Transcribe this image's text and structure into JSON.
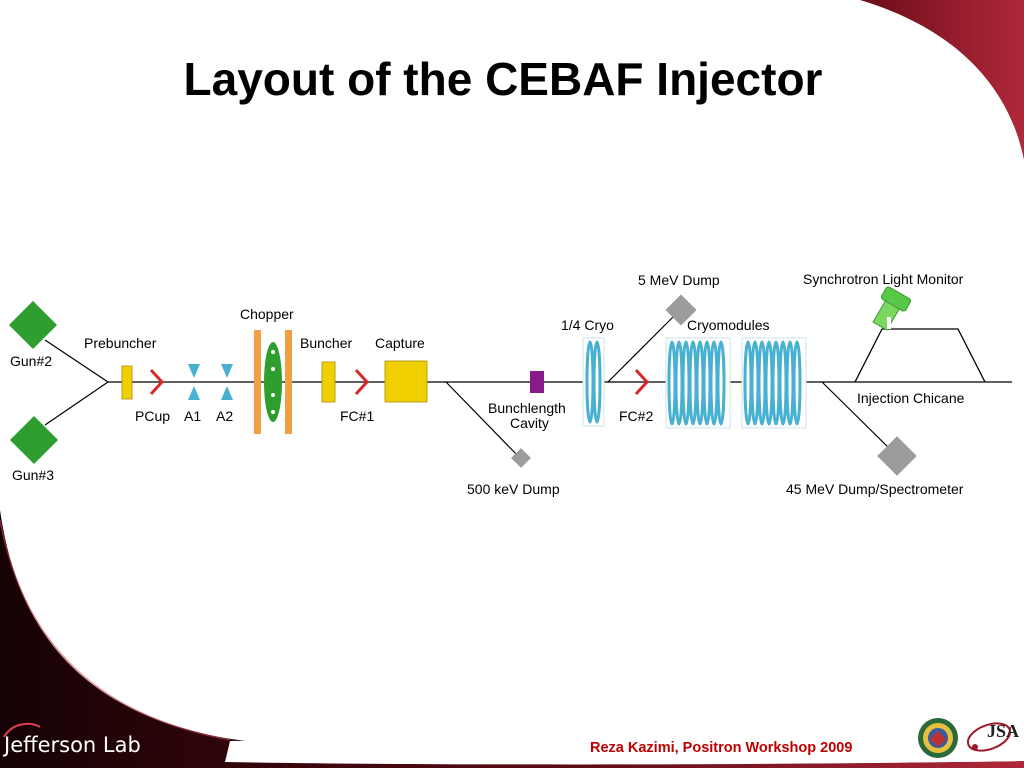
{
  "slide": {
    "title": "Layout of the CEBAF Injector",
    "footer_credit": "Reza Kazimi, Positron Workshop 2009",
    "brand_logo_text": "Jefferson Lab",
    "partner_logo_text": "JSA",
    "colors": {
      "frame_dark": "#1f0305",
      "frame_red": "#9c1c2c",
      "credit_text": "#c00000",
      "gun": "#2e9e2e",
      "dump": "#9c9c9c",
      "chopper_plate": "#f0a040",
      "chopper_disc": "#2e9e2e",
      "buncher": "#f0d000",
      "capture": "#f0d000",
      "faraday_cup": "#d82828",
      "aperture": "#48b0d0",
      "bunchlength_cavity": "#8a1a8a",
      "cryomodule": "#48b0d0",
      "light_monitor": "#50c040"
    }
  },
  "diagram": {
    "labels": {
      "gun2": "Gun#2",
      "gun3": "Gun#3",
      "prebuncher": "Prebuncher",
      "pcup": "PCup",
      "a1": "A1",
      "a2": "A2",
      "chopper": "Chopper",
      "buncher": "Buncher",
      "capture": "Capture",
      "fc1": "FC#1",
      "bunchlength_line1": "Bunchlength",
      "bunchlength_line2": "Cavity",
      "dump_500kev": "500 keV Dump",
      "quarter_cryo": "1/4 Cryo",
      "dump_5mev": "5 MeV Dump",
      "fc2": "FC#2",
      "cryomodules": "Cryomodules",
      "synchrotron_light_monitor": "Synchrotron Light Monitor",
      "injection_chicane": "Injection Chicane",
      "dump_45mev": "45 MeV Dump/Spectrometer"
    }
  }
}
